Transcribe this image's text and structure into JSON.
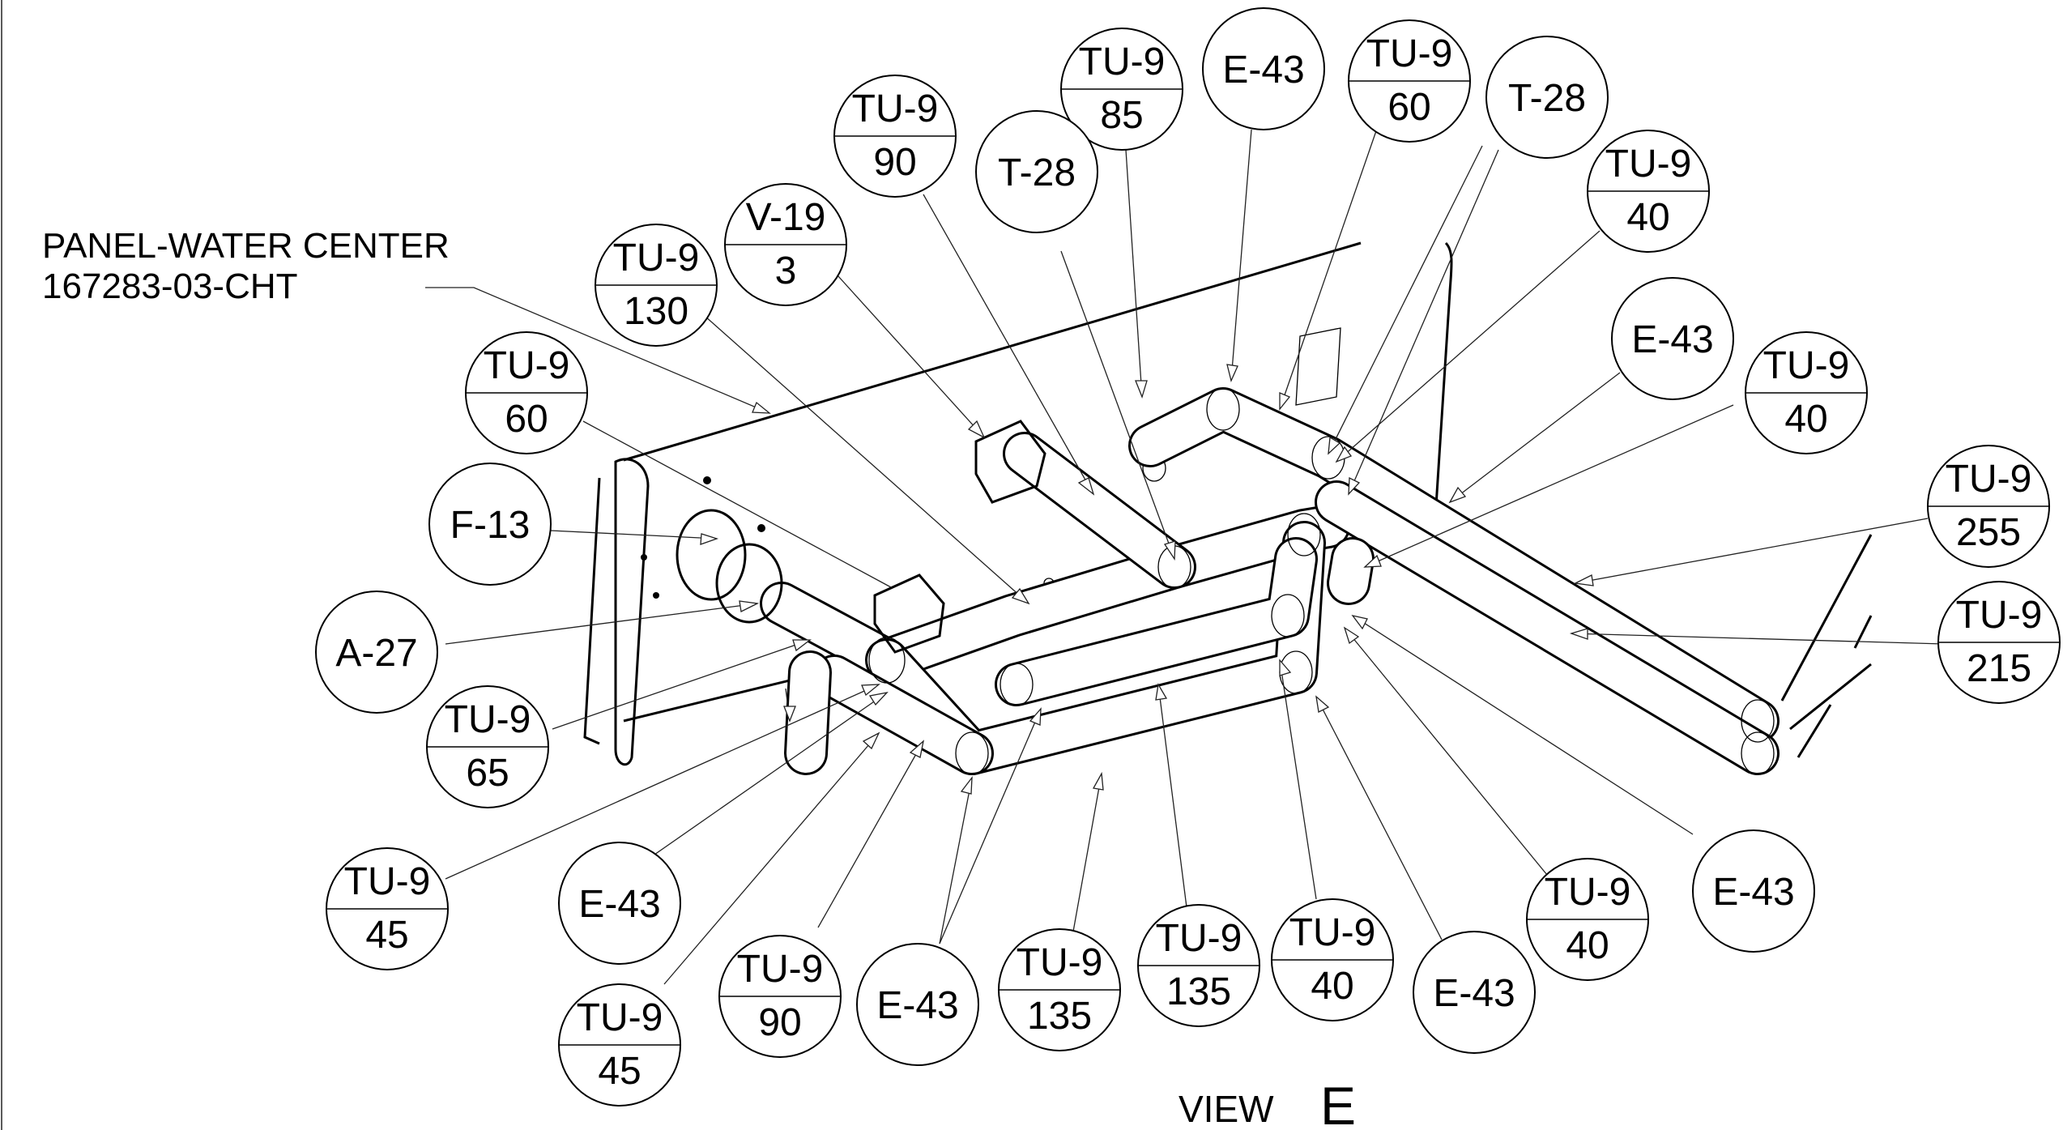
{
  "note": {
    "line1": "PANEL-WATER CENTER",
    "line2": "167283-03-CHT"
  },
  "view_title": {
    "prefix": "VIEW",
    "letter": "E"
  },
  "balloons": [
    {
      "id": "b1",
      "top": "TU-9",
      "bottom": "90"
    },
    {
      "id": "b2",
      "top": "TU-9",
      "bottom": "85"
    },
    {
      "id": "b3",
      "top": "E-43",
      "bottom": ""
    },
    {
      "id": "b4",
      "top": "TU-9",
      "bottom": "60"
    },
    {
      "id": "b5",
      "top": "T-28",
      "bottom": ""
    },
    {
      "id": "b6",
      "top": "T-28",
      "bottom": ""
    },
    {
      "id": "b7",
      "top": "V-19",
      "bottom": "3"
    },
    {
      "id": "b8",
      "top": "TU-9",
      "bottom": "130"
    },
    {
      "id": "b9",
      "top": "TU-9",
      "bottom": "40"
    },
    {
      "id": "b10",
      "top": "E-43",
      "bottom": ""
    },
    {
      "id": "b11",
      "top": "TU-9",
      "bottom": "40"
    },
    {
      "id": "b12",
      "top": "TU-9",
      "bottom": "60"
    },
    {
      "id": "b13",
      "top": "F-13",
      "bottom": ""
    },
    {
      "id": "b14",
      "top": "TU-9",
      "bottom": "255"
    },
    {
      "id": "b15",
      "top": "TU-9",
      "bottom": "215"
    },
    {
      "id": "b16",
      "top": "A-27",
      "bottom": ""
    },
    {
      "id": "b17",
      "top": "TU-9",
      "bottom": "65"
    },
    {
      "id": "b18",
      "top": "TU-9",
      "bottom": "45"
    },
    {
      "id": "b19",
      "top": "E-43",
      "bottom": ""
    },
    {
      "id": "b20",
      "top": "TU-9",
      "bottom": "40"
    },
    {
      "id": "b21",
      "top": "E-43",
      "bottom": ""
    },
    {
      "id": "b22",
      "top": "TU-9",
      "bottom": "90"
    },
    {
      "id": "b23",
      "top": "E-43",
      "bottom": ""
    },
    {
      "id": "b24",
      "top": "TU-9",
      "bottom": "135"
    },
    {
      "id": "b25",
      "top": "TU-9",
      "bottom": "135"
    },
    {
      "id": "b26",
      "top": "TU-9",
      "bottom": "40"
    },
    {
      "id": "b27",
      "top": "E-43",
      "bottom": ""
    },
    {
      "id": "b28",
      "top": "TU-9",
      "bottom": "45"
    }
  ]
}
